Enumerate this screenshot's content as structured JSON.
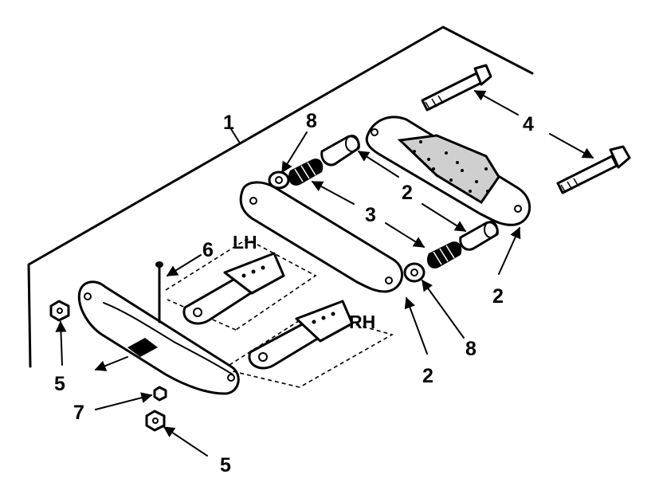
{
  "callouts": {
    "c1": "1",
    "c2a": "2",
    "c2b": "2",
    "c2c": "2",
    "c3": "3",
    "c4": "4",
    "c5a": "5",
    "c5b": "5",
    "c6": "6",
    "c7": "7",
    "c8a": "8",
    "c8b": "8"
  },
  "side_labels": {
    "left": "LH",
    "right": "RH"
  }
}
